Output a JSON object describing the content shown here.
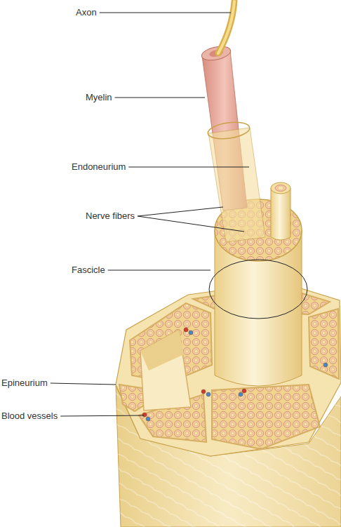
{
  "diagram": {
    "labels": [
      "Axon",
      "Myelin",
      "Endoneurium",
      "Nerve fibers",
      "Fascicle",
      "Epineurium",
      "Blood vessels"
    ]
  }
}
